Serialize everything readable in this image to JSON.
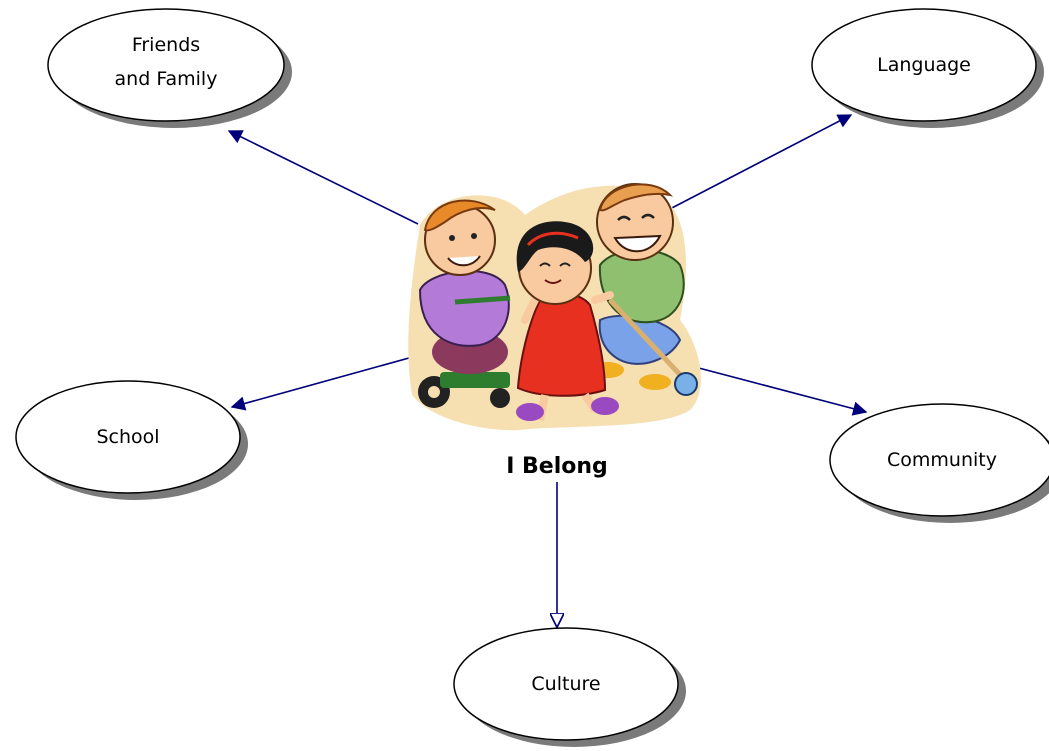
{
  "center": {
    "label": "I Belong"
  },
  "nodes": [
    {
      "id": "friends-family",
      "lines": [
        "Friends",
        "and Family"
      ]
    },
    {
      "id": "language",
      "lines": [
        "Language"
      ]
    },
    {
      "id": "school",
      "lines": [
        "School"
      ]
    },
    {
      "id": "community",
      "lines": [
        "Community"
      ]
    },
    {
      "id": "culture",
      "lines": [
        "Culture"
      ]
    }
  ],
  "colors": {
    "arrow": "#00007a",
    "ellipse_stroke": "#000000",
    "ellipse_fill": "#ffffff",
    "shadow": "#7a7a7a"
  },
  "clipart": {
    "icon": "children-playing-illustration"
  }
}
